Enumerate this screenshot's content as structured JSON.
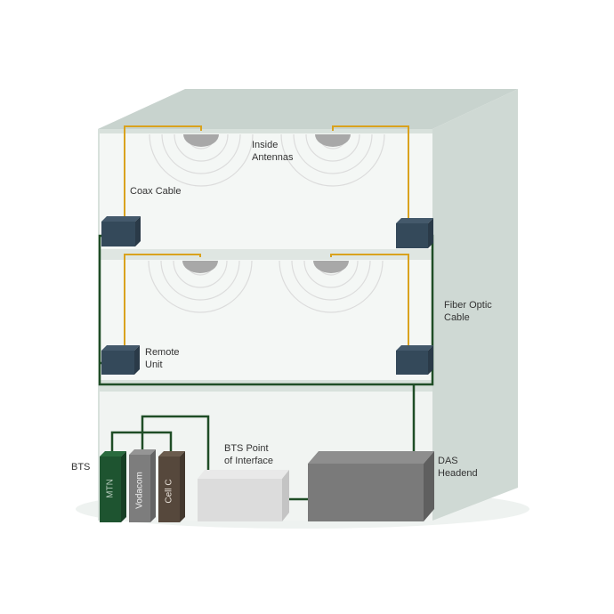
{
  "labels": {
    "inside_antennas": [
      "Inside",
      "Antennas"
    ],
    "coax_cable": "Coax Cable",
    "fiber_optic_cable": [
      "Fiber Optic",
      "Cable"
    ],
    "remote_unit": [
      "Remote",
      "Unit"
    ],
    "bts": "BTS",
    "bts_point_of_interface": [
      "BTS Point",
      "of Interface"
    ],
    "das_headend": [
      "DAS",
      "Headend"
    ]
  },
  "operators": [
    "MTN",
    "Vodacom",
    "Cell C"
  ],
  "colors": {
    "building": "#cfd9d4",
    "floor": "#f4f7f5",
    "coax": "#d9a21e",
    "fiber": "#1f4d26",
    "remote_unit": "#34495a",
    "antenna": "#a8a8a8",
    "mtn": "#1e5430",
    "vodacom": "#7d7d7d",
    "cell_c": "#56483c",
    "poi": "#dcdcdc",
    "headend": "#7a7a7a"
  }
}
